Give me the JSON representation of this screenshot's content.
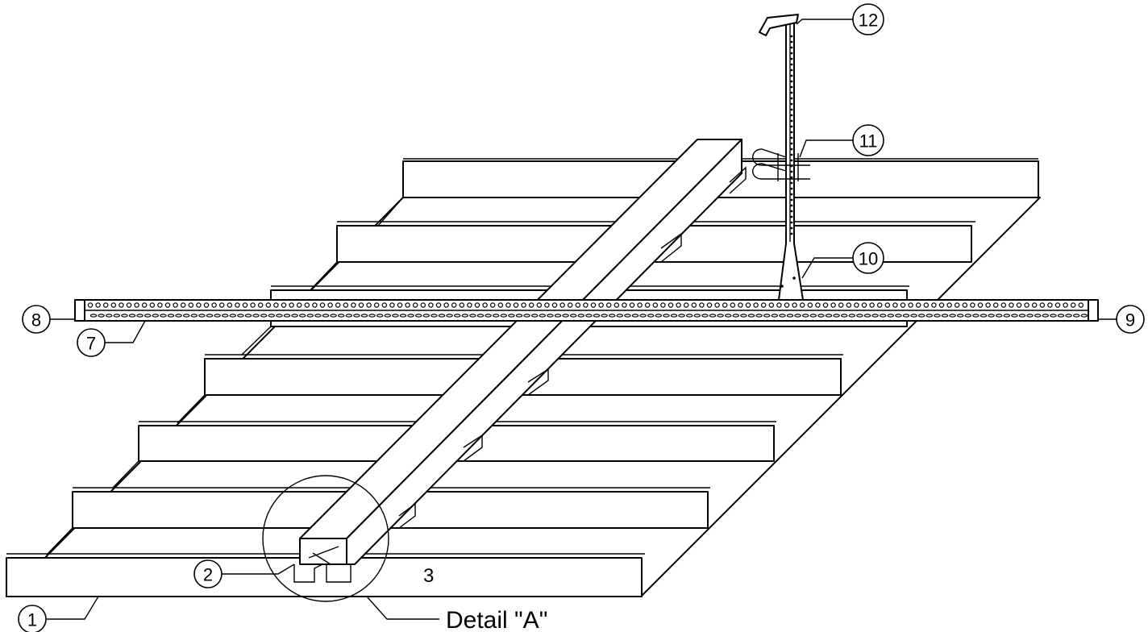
{
  "callouts": {
    "c1": "1",
    "c2": "2",
    "c7": "7",
    "c8": "8",
    "c9": "9",
    "c10": "10",
    "c11": "11",
    "c12": "12"
  },
  "labels": {
    "panel_number": "3",
    "detail": "Detail \"A\""
  },
  "colors": {
    "line": "#000000",
    "background": "#ffffff"
  }
}
